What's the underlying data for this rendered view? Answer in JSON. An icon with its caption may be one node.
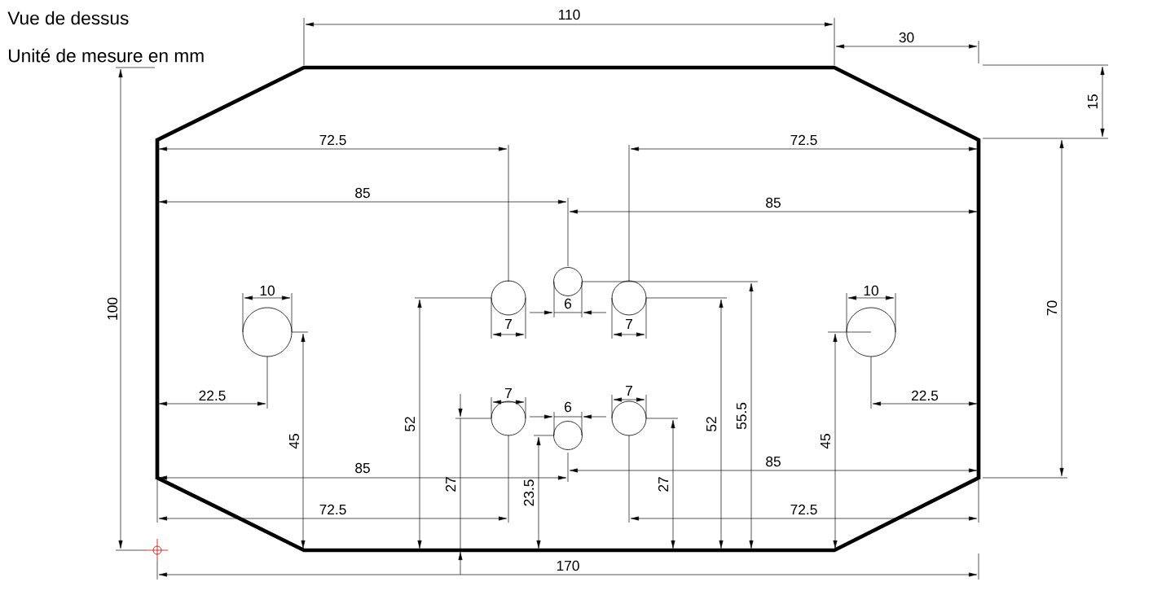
{
  "diagram": {
    "title": "Vue de dessus",
    "labels": [
      "Unité de mesure en mm",
      "110",
      "30",
      "15",
      "72.5",
      "72.5",
      "85",
      "85",
      "100",
      "70",
      "10",
      "10",
      "6",
      "7",
      "7",
      "7",
      "7",
      "22.5",
      "22.5",
      "6",
      "52",
      "52",
      "55.5",
      "45",
      "45",
      "85",
      "85",
      "27",
      "23.5",
      "27",
      "72.5",
      "72.5",
      "170"
    ]
  }
}
